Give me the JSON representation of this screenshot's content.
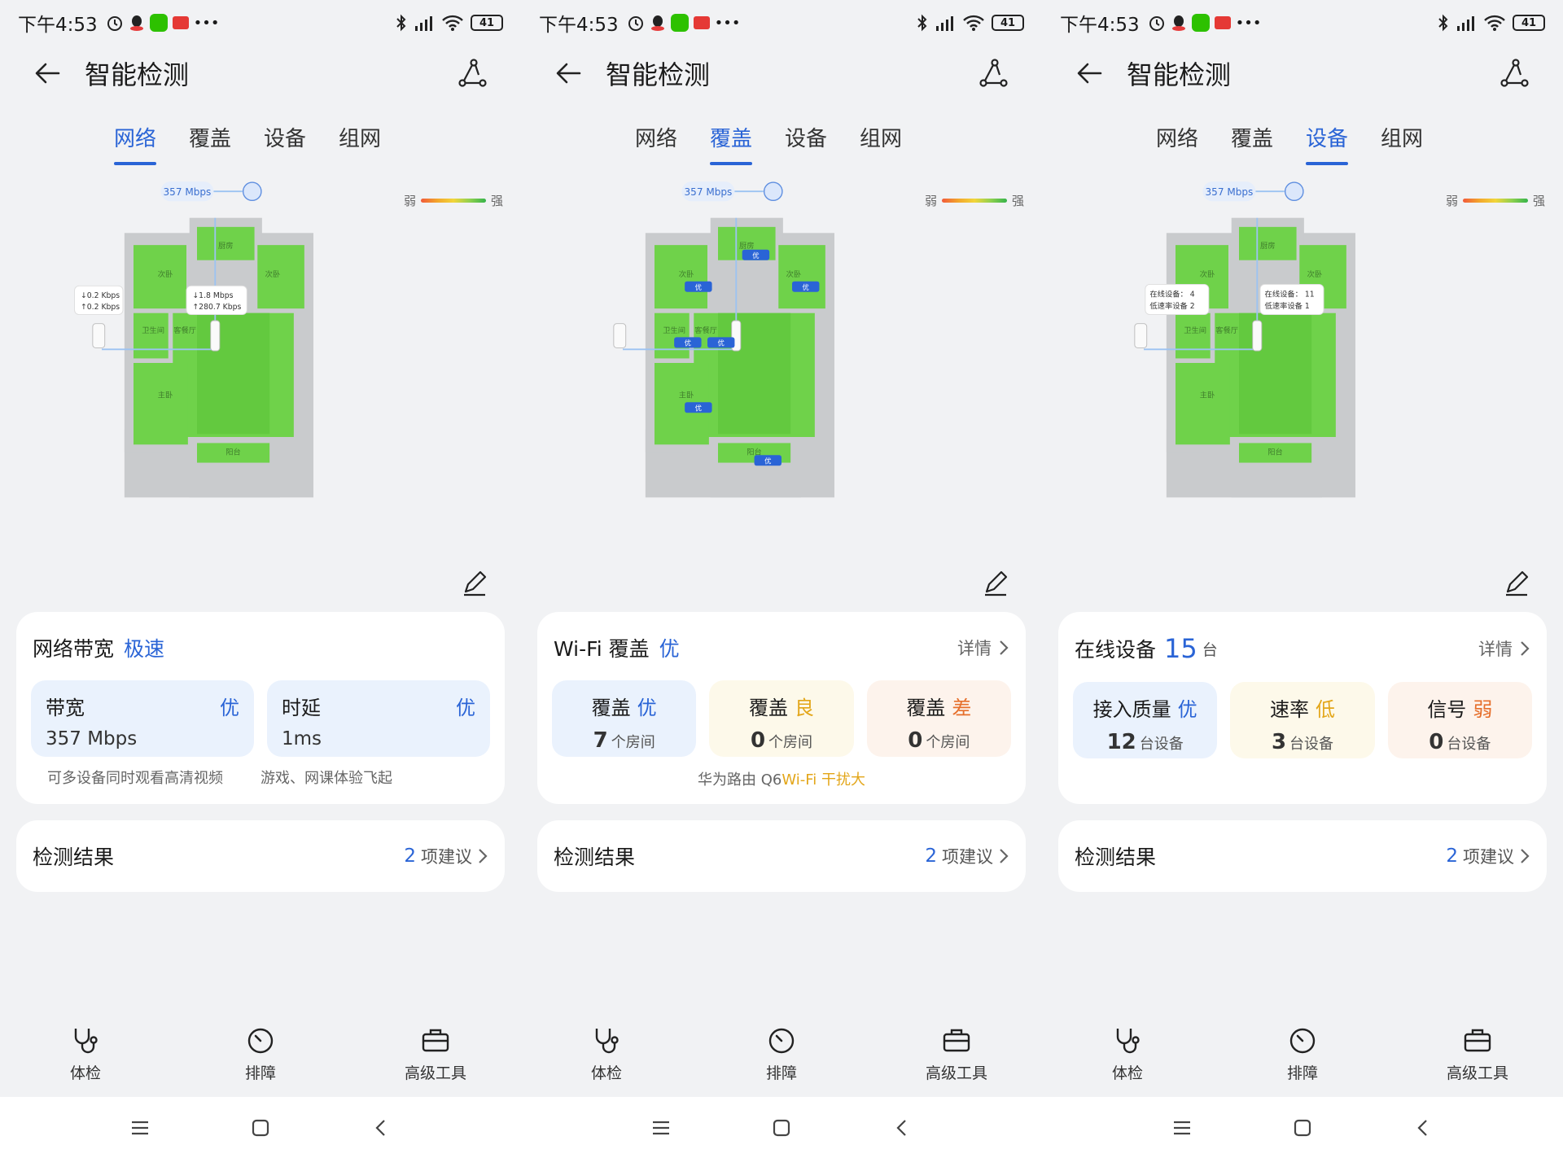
{
  "status": {
    "time": "下午4:53",
    "battery": "41"
  },
  "header": {
    "title": "智能检测"
  },
  "tabs": [
    "网络",
    "覆盖",
    "设备",
    "组网"
  ],
  "legend": {
    "weak": "弱",
    "strong": "强"
  },
  "map": {
    "speed": "357 Mbps",
    "rooms": {
      "kitchen": "厨房",
      "bedroom2": "次卧",
      "bath": "卫生间",
      "living": "客餐厅",
      "master": "主卧",
      "balcony": "阳台"
    }
  },
  "screens": [
    {
      "active_tab": 0,
      "map_overlay": "traffic",
      "traffic_left": {
        "down": "0.2 Kbps",
        "up": "0.2 Kbps"
      },
      "traffic_center": {
        "down": "1.8 Mbps",
        "up": "280.7 Kbps"
      },
      "card": {
        "title": "网络带宽",
        "accent": "极速",
        "tiles": [
          {
            "label": "带宽",
            "grade": "优",
            "value": "357 Mbps",
            "note": "可多设备同时观看高清视频"
          },
          {
            "label": "时延",
            "grade": "优",
            "value": "1ms",
            "note": "游戏、网课体验飞起"
          }
        ]
      },
      "result": {
        "label": "检测结果",
        "count": "2",
        "suffix": "项建议"
      }
    },
    {
      "active_tab": 1,
      "map_overlay": "coverage",
      "badge": "优",
      "card": {
        "title": "Wi-Fi 覆盖",
        "accent": "优",
        "detail": "详情",
        "tiles": [
          {
            "label": "覆盖",
            "grade": "优",
            "count": "7",
            "unit": "个房间",
            "color": "blue"
          },
          {
            "label": "覆盖",
            "grade": "良",
            "count": "0",
            "unit": "个房间",
            "color": "yellow"
          },
          {
            "label": "覆盖",
            "grade": "差",
            "count": "0",
            "unit": "个房间",
            "color": "orange"
          }
        ],
        "foot": {
          "prefix": "华为路由 Q6",
          "warn": "Wi-Fi 干扰大"
        }
      },
      "result": {
        "label": "检测结果",
        "count": "2",
        "suffix": "项建议"
      }
    },
    {
      "active_tab": 2,
      "map_overlay": "devices",
      "devices_left": {
        "online_label": "在线设备：",
        "online": "4",
        "slow_label": "低速率设备",
        "slow": "2"
      },
      "devices_center": {
        "online_label": "在线设备：",
        "online": "11",
        "slow_label": "低速率设备",
        "slow": "1"
      },
      "card": {
        "title": "在线设备",
        "count": "15",
        "unit": "台",
        "detail": "详情",
        "tiles": [
          {
            "label": "接入质量",
            "grade": "优",
            "count": "12",
            "unit": "台设备",
            "color": "blue"
          },
          {
            "label": "速率",
            "grade": "低",
            "count": "3",
            "unit": "台设备",
            "color": "yellow"
          },
          {
            "label": "信号",
            "grade": "弱",
            "count": "0",
            "unit": "台设备",
            "color": "orange"
          }
        ]
      },
      "result": {
        "label": "检测结果",
        "count": "2",
        "suffix": "项建议"
      }
    }
  ],
  "bottom_nav": [
    "体检",
    "排障",
    "高级工具"
  ]
}
